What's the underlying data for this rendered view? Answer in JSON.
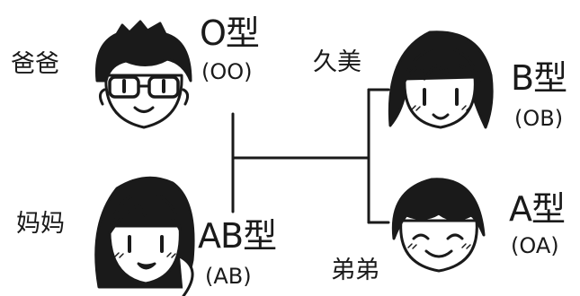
{
  "people": {
    "dad": {
      "name": "爸爸",
      "blood_type": "O型",
      "genotype": "(OO)"
    },
    "mom": {
      "name": "妈妈",
      "blood_type": "AB型",
      "genotype": "(AB)"
    },
    "sister": {
      "name": "久美",
      "blood_type": "B型",
      "genotype": "(OB)"
    },
    "brother": {
      "name": "弟弟",
      "blood_type": "A型",
      "genotype": "(OA)"
    }
  }
}
